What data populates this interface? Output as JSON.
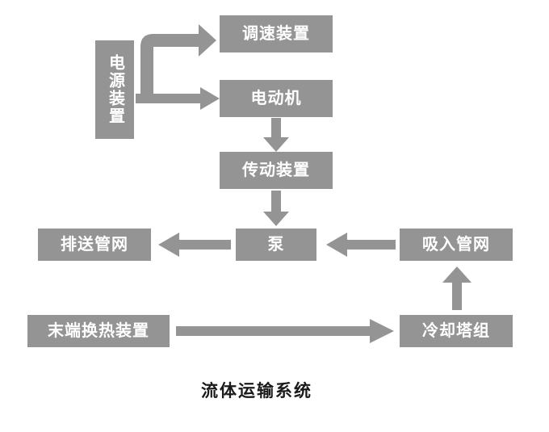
{
  "diagram": {
    "caption": "流体运输系统",
    "node_color": "#949494",
    "arrow_color": "#949494",
    "node_text_color": "#ffffff",
    "caption_color": "#1a1a1a",
    "nodes": [
      {
        "id": "power",
        "label": "电源装置",
        "orientation": "vertical"
      },
      {
        "id": "speed",
        "label": "调速装置",
        "orientation": "horizontal"
      },
      {
        "id": "motor",
        "label": "电动机",
        "orientation": "horizontal"
      },
      {
        "id": "transmission",
        "label": "传动装置",
        "orientation": "horizontal"
      },
      {
        "id": "pump",
        "label": "泵",
        "orientation": "horizontal"
      },
      {
        "id": "discharge",
        "label": "排送管网",
        "orientation": "horizontal"
      },
      {
        "id": "suction",
        "label": "吸入管网",
        "orientation": "horizontal"
      },
      {
        "id": "terminal",
        "label": "末端换热装置",
        "orientation": "horizontal"
      },
      {
        "id": "cooling",
        "label": "冷却塔组",
        "orientation": "horizontal"
      }
    ],
    "arrows": [
      {
        "id": "power-to-speed",
        "from": "power",
        "to": "speed",
        "direction": "elbow-up-right"
      },
      {
        "id": "power-to-motor",
        "from": "power",
        "to": "motor",
        "direction": "right"
      },
      {
        "id": "motor-to-transmission",
        "from": "motor",
        "to": "transmission",
        "direction": "down"
      },
      {
        "id": "transmission-to-pump",
        "from": "transmission",
        "to": "pump",
        "direction": "down"
      },
      {
        "id": "pump-to-discharge",
        "from": "pump",
        "to": "discharge",
        "direction": "left"
      },
      {
        "id": "suction-to-pump",
        "from": "suction",
        "to": "pump",
        "direction": "left"
      },
      {
        "id": "cooling-to-suction",
        "from": "cooling",
        "to": "suction",
        "direction": "up"
      },
      {
        "id": "terminal-to-cooling",
        "from": "terminal",
        "to": "cooling",
        "direction": "right"
      }
    ]
  }
}
